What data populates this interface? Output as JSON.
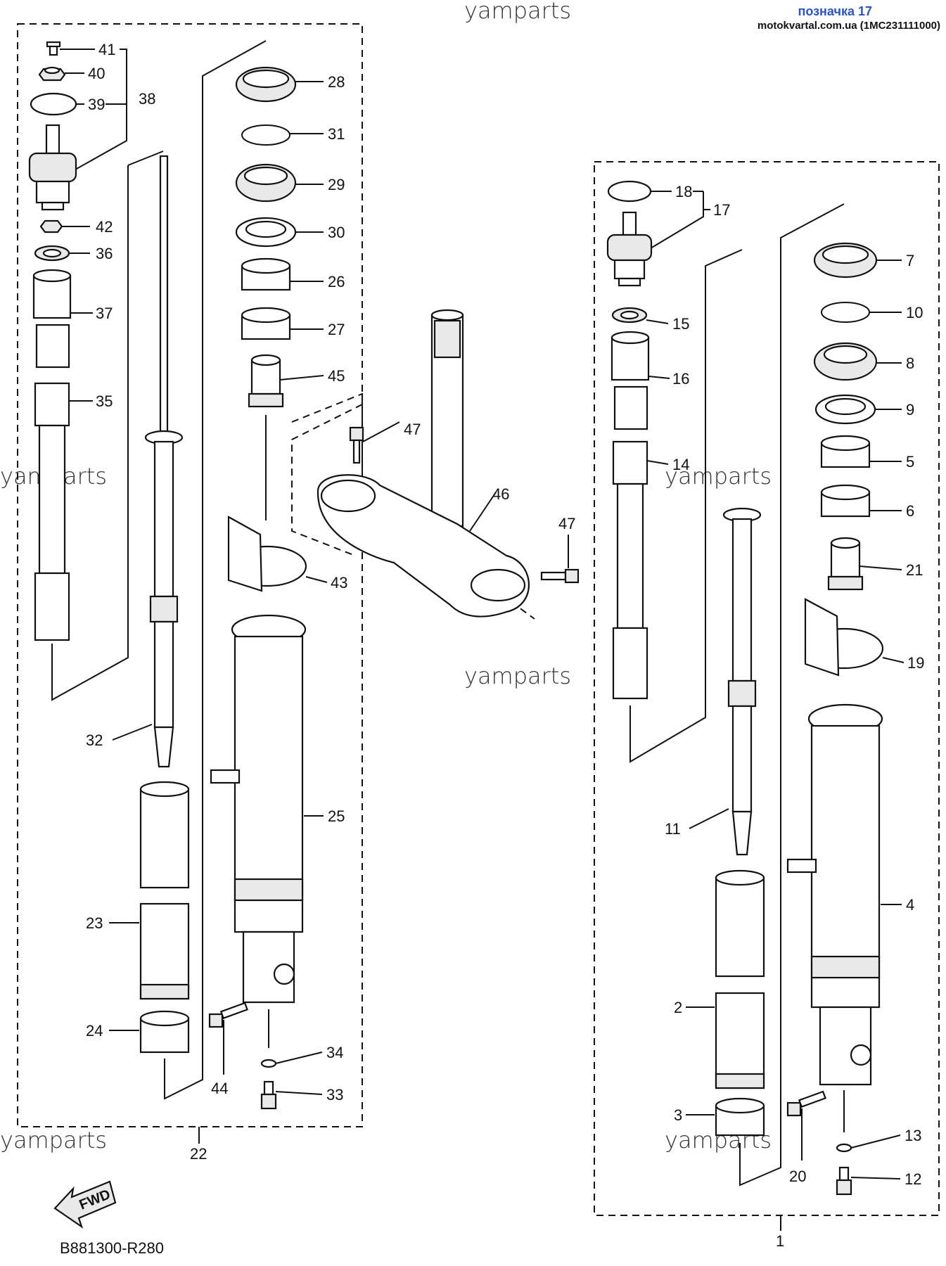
{
  "header": {
    "watermark_top": "yamparts",
    "designation": "позначка 17",
    "site_ref": "motokvartal.com.ua (1MC231111000)"
  },
  "watermarks": [
    "yamparts",
    "yamparts",
    "yamparts",
    "yamparts",
    "yamparts",
    "yamparts"
  ],
  "labels": {
    "p1": "1",
    "p2": "2",
    "p3": "3",
    "p4": "4",
    "p5": "5",
    "p6": "6",
    "p7": "7",
    "p8": "8",
    "p9": "9",
    "p10": "10",
    "p11": "11",
    "p12": "12",
    "p13": "13",
    "p14": "14",
    "p15": "15",
    "p16": "16",
    "p17": "17",
    "p18": "18",
    "p19": "19",
    "p20": "20",
    "p21": "21",
    "p22": "22",
    "p23": "23",
    "p24": "24",
    "p25": "25",
    "p26": "26",
    "p27": "27",
    "p28": "28",
    "p29": "29",
    "p30": "30",
    "p31": "31",
    "p32": "32",
    "p33": "33",
    "p34": "34",
    "p35": "35",
    "p36": "36",
    "p37": "37",
    "p38": "38",
    "p39": "39",
    "p40": "40",
    "p41": "41",
    "p42": "42",
    "p43": "43",
    "p44": "44",
    "p45": "45",
    "p46": "46",
    "p47a": "47",
    "p47b": "47"
  },
  "fwd_badge": "FWD",
  "diagram_code": "B881300-R280"
}
